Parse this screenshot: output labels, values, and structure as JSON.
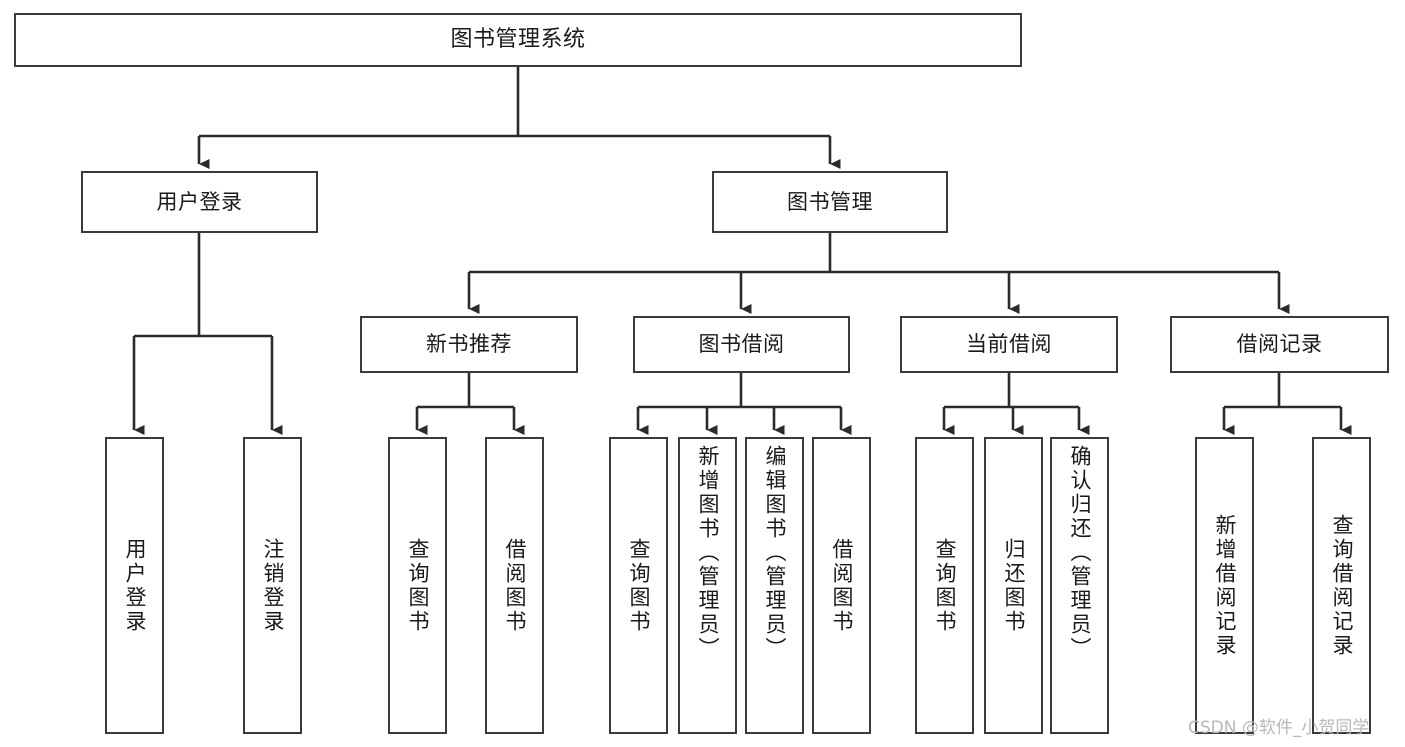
{
  "diagram": {
    "title": "图书管理系统",
    "type": "tree-hierarchy-chart",
    "colors": {
      "box_border": "#3a3a3a",
      "box_fill": "#ffffff",
      "connector": "#2b2b2b",
      "text": "#1a1a1a",
      "watermark": "#b8b8b8",
      "background": "#ffffff"
    }
  },
  "root": {
    "label": "图书管理系统"
  },
  "level2": [
    {
      "label": "用户登录"
    },
    {
      "label": "图书管理"
    }
  ],
  "level3": [
    {
      "label": "新书推荐"
    },
    {
      "label": "图书借阅"
    },
    {
      "label": "当前借阅"
    },
    {
      "label": "借阅记录"
    }
  ],
  "leaves": {
    "user_login": [
      {
        "label": "用户登录"
      },
      {
        "label": "注销登录"
      }
    ],
    "new_book_recommend": [
      {
        "label": "查询图书"
      },
      {
        "label": "借阅图书"
      }
    ],
    "book_borrow": [
      {
        "label": "查询图书"
      },
      {
        "label": "新增图书（管理员）"
      },
      {
        "label": "编辑图书（管理员）"
      },
      {
        "label": "借阅图书"
      }
    ],
    "current_borrow": [
      {
        "label": "查询图书"
      },
      {
        "label": "归还图书"
      },
      {
        "label": "确认归还（管理员）"
      }
    ],
    "borrow_record": [
      {
        "label": "新增借阅记录"
      },
      {
        "label": "查询借阅记录"
      }
    ]
  },
  "watermark": {
    "text": "CSDN @软件_小贺同学"
  }
}
